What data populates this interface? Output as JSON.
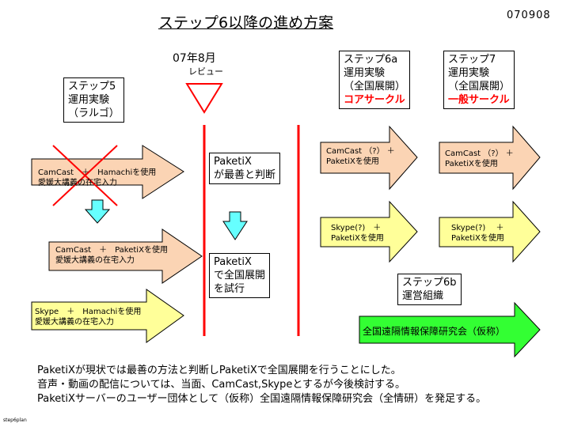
{
  "title": "ステップ6以降の進め方案",
  "date": "070908",
  "review": {
    "label": "07年8月",
    "sub": "レビュー"
  },
  "step5": [
    "ステップ5",
    "運用実験",
    "（ラルゴ）"
  ],
  "step6a": [
    "ステップ6a",
    "運用実験",
    "（全国展開）",
    "コアサークル"
  ],
  "step7": [
    "ステップ7",
    "運用実験",
    "（全国展開）",
    "一般サークル"
  ],
  "step6b": [
    "ステップ6b",
    "運営組織"
  ],
  "decision1": [
    "PaketiX",
    "が最善と判断"
  ],
  "decision2": [
    "PaketiX",
    "で全国展開",
    "を試行"
  ],
  "arrows": {
    "hamachi_camcast": [
      "CamCast　＋　Hamachiを使用",
      "愛媛大講義の在宅入力"
    ],
    "paketix_camcast": [
      "CamCast　＋　PaketiXを使用",
      "愛媛大講義の在宅入力"
    ],
    "skype_hamachi": [
      "Skype　＋　Hamachiを使用",
      "愛媛大講義の在宅入力"
    ],
    "step6a_camcast": [
      "CamCast （?） ＋",
      "PaketiXを使用"
    ],
    "step7_camcast": [
      "CamCast （?） ＋",
      "PaketiXを使用"
    ],
    "step6a_skype": [
      "Skype(?)　＋",
      "PaketiXを使用"
    ],
    "step7_skype": [
      "Skype(?)　 ＋",
      "PaketiXを使用"
    ],
    "organization": "全国遠隔情報保障研究会（仮称）"
  },
  "colors": {
    "orange_arrow": "#fbd4b4",
    "yellow_arrow": "#ffff99",
    "green_arrow": "#33ff33",
    "cyan_arrow": "#66ffff",
    "red_line": "#ff0000"
  },
  "conclusion": [
    "PaketiXが現状では最善の方法と判断しPaketiXで全国展開を行うことにした。",
    "音声・動画の配信については、当面、CamCast,Skypeとするが今後検討する。",
    "PaketiXサーバーのユーザー団体として（仮称）全国遠隔情報保障研究会（全情研）を発足する。"
  ],
  "footer": "step6plan"
}
